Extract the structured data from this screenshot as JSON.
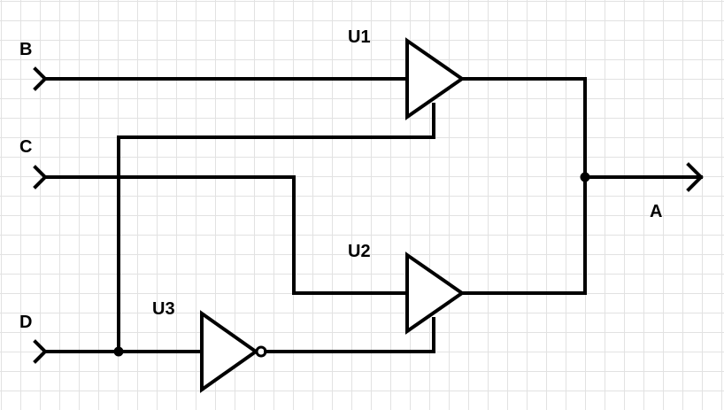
{
  "diagram": {
    "type": "logic-circuit-schematic",
    "inputs": [
      {
        "id": "B",
        "label": "B"
      },
      {
        "id": "C",
        "label": "C"
      },
      {
        "id": "D",
        "label": "D"
      }
    ],
    "outputs": [
      {
        "id": "A",
        "label": "A"
      }
    ],
    "components": [
      {
        "id": "U1",
        "label": "U1",
        "kind": "tri-state-buffer",
        "input": "B",
        "enable": "D"
      },
      {
        "id": "U2",
        "label": "U2",
        "kind": "tri-state-buffer",
        "input": "C",
        "enable": "U3.out"
      },
      {
        "id": "U3",
        "label": "U3",
        "kind": "inverter",
        "input": "D"
      }
    ],
    "connections": [
      "B -> U1.in",
      "D -> U1.enable",
      "D -> U3.in",
      "C -> U2.in",
      "U3.out -> U2.enable",
      "U1.out -> A",
      "U2.out -> A"
    ]
  }
}
